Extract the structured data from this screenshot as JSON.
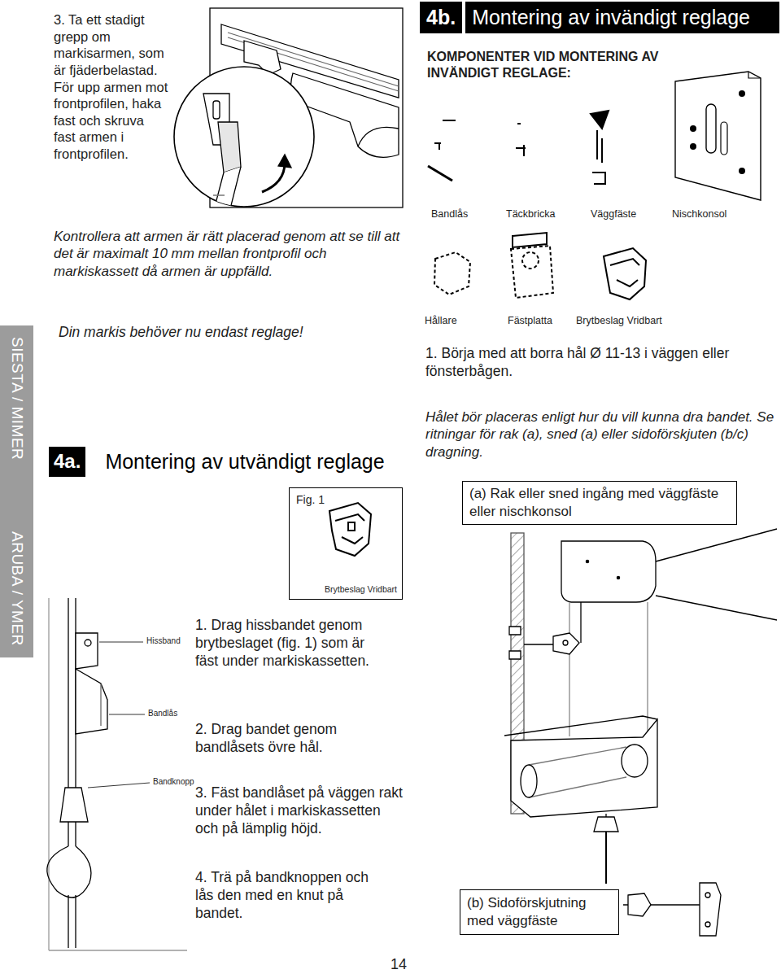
{
  "diagram": {
    "nodes": [
      {
        "text": [
          "4a.",
          "Montering av utvändigt reglage"
        ]
      },
      {
        "text": [
          "Fig. 1",
          "Brytbeslag Vridbart"
        ]
      },
      {
        "text": [
          "4b.",
          "Montering av invändigt reglage"
        ]
      },
      {
        "text": [
          "(a) Rak eller sned ingång med väggfäste eller nischkonsol"
        ]
      },
      {
        "text": [
          "(b) Sidoförskjutning med väggfäste"
        ]
      },
      {
        "text": [
          "SIESTA / MIMER",
          "ARUBA / YMER"
        ]
      }
    ],
    "labels": [
      "3. Ta ett stadigt grepp om markisarmen, som är fjäderbelastad. För upp armen mot frontprofilen, haka fast och skruva fast armen i frontprofilen.",
      "Kontrollera att armen är rätt placerad genom att se till att det är maximalt 10 mm mellan frontprofil och markiskassett då armen är uppfälld.",
      "Din markis behöver nu endast reglage!",
      "1. Drag hissbandet genom brytbeslaget (fig. 1) som är fäst under markiskassetten.",
      "2. Drag bandet genom bandlåsets övre hål.",
      "3. Fäst bandlåset på väggen rakt under hålet i markiskassetten och på lämplig höjd.",
      "4. Trä på bandknoppen och lås den med en knut på bandet.",
      "Hissband",
      "Bandlås",
      "Bandknopp",
      "14",
      "KOMPONENTER VID MONTERING AV INVÄNDIGT REGLAGE:",
      "Bandlås",
      "Täckbricka",
      "Väggfäste",
      "Nischkonsol",
      "Hållare",
      "Fästplatta",
      "Brytbeslag Vridbart",
      "1. Börja med att borra hål Ø 11-13 i väggen eller fönsterbågen.",
      "Hålet bör placeras enligt hur du vill kunna dra bandet. Se ritningar för rak (a), sned (a) eller sidoförskjuten (b/c) dragning."
    ]
  }
}
